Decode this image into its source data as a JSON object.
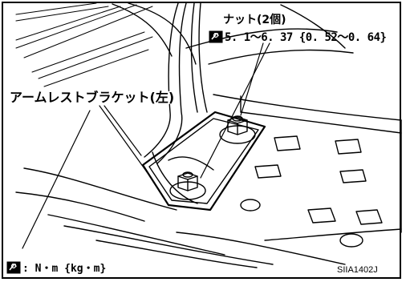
{
  "labels": {
    "nut": "ナット(2個)",
    "torque": "5. 1〜6. 37 {0. 52〜0. 64}",
    "bracket": "アームレストブラケット(左)",
    "unit": ": N・m {kg・m}",
    "figure_id": "SIIA1402J"
  },
  "icons": {
    "torque_symbol": "torque-wrench-icon"
  },
  "colors": {
    "line": "#000000",
    "background": "#ffffff"
  }
}
